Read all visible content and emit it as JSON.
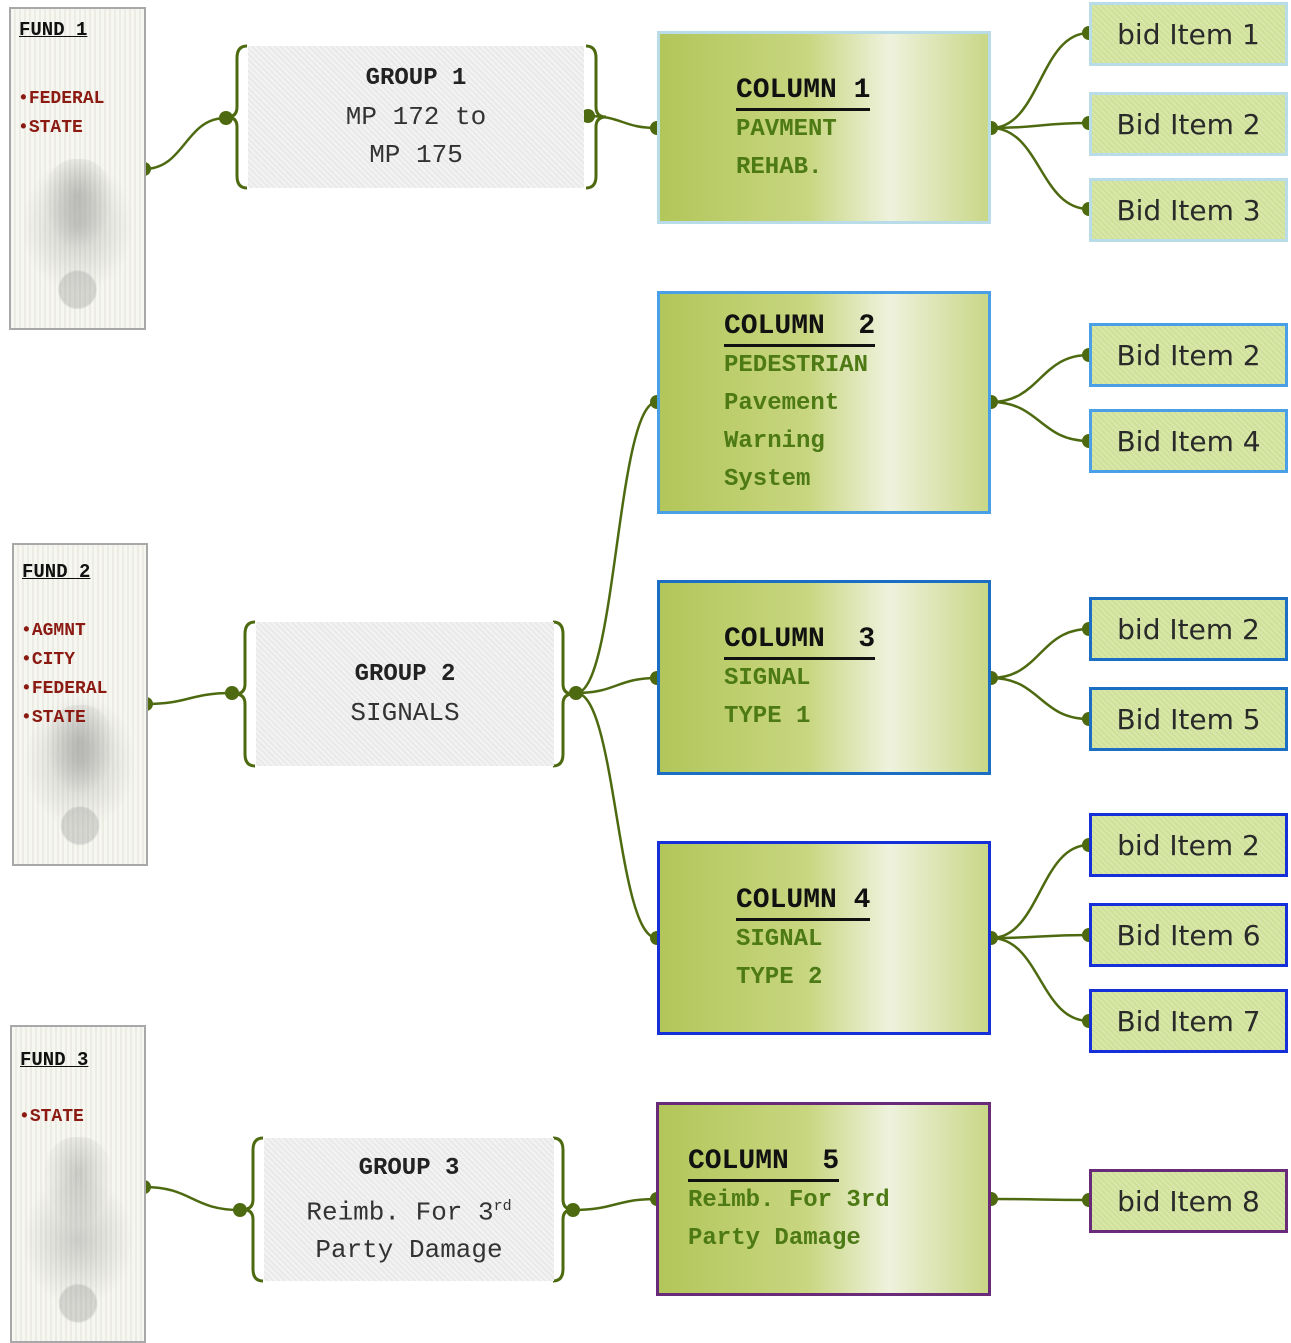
{
  "funds": [
    {
      "title": "FUND 1",
      "items": [
        "FEDERAL",
        "STATE"
      ]
    },
    {
      "title": "FUND 2",
      "items": [
        "AGMNT",
        "CITY",
        "FEDERAL",
        "STATE"
      ]
    },
    {
      "title": "FUND 3",
      "items": [
        "STATE"
      ]
    }
  ],
  "groups": [
    {
      "title": "GROUP 1",
      "line1": "MP 172 to",
      "line2": "MP 175"
    },
    {
      "title": "GROUP 2",
      "line1": "SIGNALS"
    },
    {
      "title": "GROUP 3",
      "line1_pre": "Reimb. For 3",
      "line1_sup": "rd",
      "line2": "Party Damage"
    }
  ],
  "columns": [
    {
      "title": "COLUMN 1",
      "lines": [
        "PAVMENT",
        "REHAB."
      ],
      "border_color": "#b8dde8"
    },
    {
      "title": "COLUMN  2",
      "lines": [
        "PEDESTRIAN",
        "Pavement",
        "Warning",
        "System"
      ],
      "border_color": "#4aa0e6"
    },
    {
      "title": "COLUMN  3",
      "lines": [
        "SIGNAL",
        "TYPE 1"
      ],
      "border_color": "#1a6fc4"
    },
    {
      "title": "COLUMN 4",
      "lines": [
        "SIGNAL",
        "TYPE 2"
      ],
      "border_color": "#1530d8"
    },
    {
      "title": "COLUMN  5",
      "lines": [
        "Reimb. For 3rd",
        "Party Damage"
      ],
      "border_color": "#6a2a7a"
    }
  ],
  "bid_items": [
    {
      "label": "bid Item 1",
      "border_color": "#b8dde8"
    },
    {
      "label": "Bid Item 2",
      "border_color": "#b8dde8"
    },
    {
      "label": "Bid Item 3",
      "border_color": "#b8dde8"
    },
    {
      "label": "Bid Item 2",
      "border_color": "#4aa0e6"
    },
    {
      "label": "Bid Item 4",
      "border_color": "#4aa0e6"
    },
    {
      "label": "bid Item 2",
      "border_color": "#1a6fc4"
    },
    {
      "label": "Bid Item 5",
      "border_color": "#1a6fc4"
    },
    {
      "label": "bid Item 2",
      "border_color": "#1530d8"
    },
    {
      "label": "Bid Item 6",
      "border_color": "#1530d8"
    },
    {
      "label": "Bid Item 7",
      "border_color": "#1530d8"
    },
    {
      "label": "bid Item 8",
      "border_color": "#6a2a7a"
    }
  ],
  "colors": {
    "connector": "#4d6a10",
    "fund_item_text": "#8b1a12",
    "column_text": "#4d7a14"
  }
}
